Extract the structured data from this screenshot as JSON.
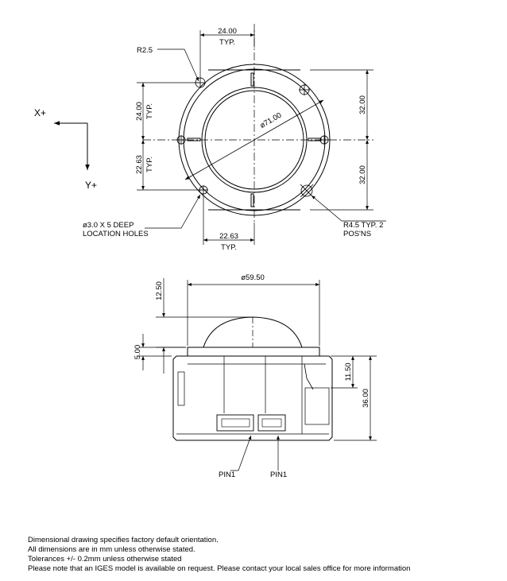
{
  "axes": {
    "x_label": "X+",
    "y_label": "Y+"
  },
  "top_view": {
    "dim_top": "24.00",
    "dim_top_typ": "TYP.",
    "radius_small": "R2.5",
    "dim_left_upper": "24.00",
    "dim_left_upper_typ": "TYP.",
    "dim_left_lower": "22.63",
    "dim_left_lower_typ": "TYP.",
    "diameter": "ø71.00",
    "dim_right_upper": "32.00",
    "dim_right_lower": "32.00",
    "location_holes_line1": "ø3.0 X 5 DEEP",
    "location_holes_line2": "LOCATION HOLES",
    "radius_large_line1": "R4.5 TYP. 2",
    "radius_large_line2": "POS'NS",
    "dim_bottom": "22.63",
    "dim_bottom_typ": "TYP."
  },
  "side_view": {
    "diameter": "ø59.50",
    "dim_dome_height": "12.50",
    "dim_flange": "5.00",
    "dim_connector": "11.50",
    "dim_total_height": "36.00",
    "pin_left": "PIN1",
    "pin_right": "PIN1"
  },
  "notes": [
    "Dimensional drawing specifies factory default orientation.",
    "All dimensions are in mm unless otherwise stated.",
    "Tolerances +/- 0.2mm unless otherwise stated",
    "Please note that an IGES model is available on request. Please contact your local sales office for more information"
  ]
}
